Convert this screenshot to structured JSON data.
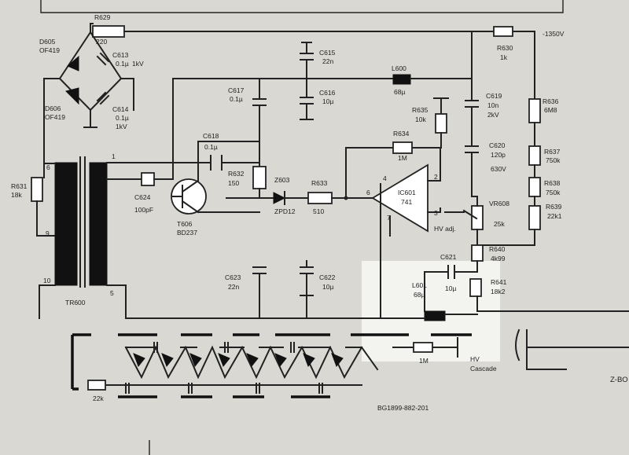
{
  "colors": {
    "paper": "#d9d8d2",
    "ink": "#222222",
    "highlight": "#f3f3f0"
  },
  "labels": {
    "R629": "R629",
    "R629v": "220",
    "D605": "D605",
    "D605v": "OF419",
    "C613": "C613",
    "C613v1": "0.1µ",
    "C613v2": "1kV",
    "D606": "D606",
    "D606v": "OF419",
    "C614": "C614",
    "C614v1": "0.1µ",
    "C614v2": "1kV",
    "C615": "C615",
    "C615v": "22n",
    "C617": "C617",
    "C617v": "0.1µ",
    "C616": "C616",
    "C616v": "10µ",
    "L600": "L600",
    "L600v": "68µ",
    "R630": "R630",
    "R630v": "1k",
    "HV": "-1350V",
    "R636": "R636",
    "R636v": "6M8",
    "C619": "C619",
    "C619v1": "10n",
    "C619v2": "2kV",
    "R635": "R635",
    "R635v": "10k",
    "R634": "R634",
    "R634v": "1M",
    "C620": "C620",
    "C620v1": "120p",
    "C620v2": "630V",
    "R637": "R637",
    "R637v": "750k",
    "R638": "R638",
    "R638v": "750k",
    "R639": "R639",
    "R639v": "22k1",
    "VR608": "VR608",
    "VR608v": "25k",
    "HVadj": "HV adj.",
    "C618": "C618",
    "C618v": "0.1µ",
    "R632": "R632",
    "R632v": "150",
    "Z603": "Z603",
    "Z603v": "ZPD12",
    "R633": "R633",
    "R633v": "510",
    "IC601": "IC601",
    "IC601v": "741",
    "pin2": "2",
    "pin3": "3",
    "pin4": "4",
    "pin6": "6",
    "pin7": "7",
    "R631": "R631",
    "R631v": "18k",
    "C624": "C624",
    "C624v": "100pF",
    "T606": "T606",
    "T606v": "BD237",
    "TR600": "TR600",
    "tr1": "1",
    "tr5": "5",
    "tr6": "6",
    "tr9": "9",
    "tr10": "10",
    "C623": "C623",
    "C623v": "22n",
    "C622": "C622",
    "C622v": "10µ",
    "R640": "R640",
    "R640v": "4k99",
    "C621": "C621",
    "C621v": "10µ",
    "L601": "L601",
    "L601v": "68µ",
    "R641": "R641",
    "R641v": "18k2",
    "R22k": "22k",
    "R1M": "1M",
    "cascade1": "HV",
    "cascade2": "Cascade",
    "partno": "BG1899-882-201",
    "zbo": "Z-BO"
  }
}
